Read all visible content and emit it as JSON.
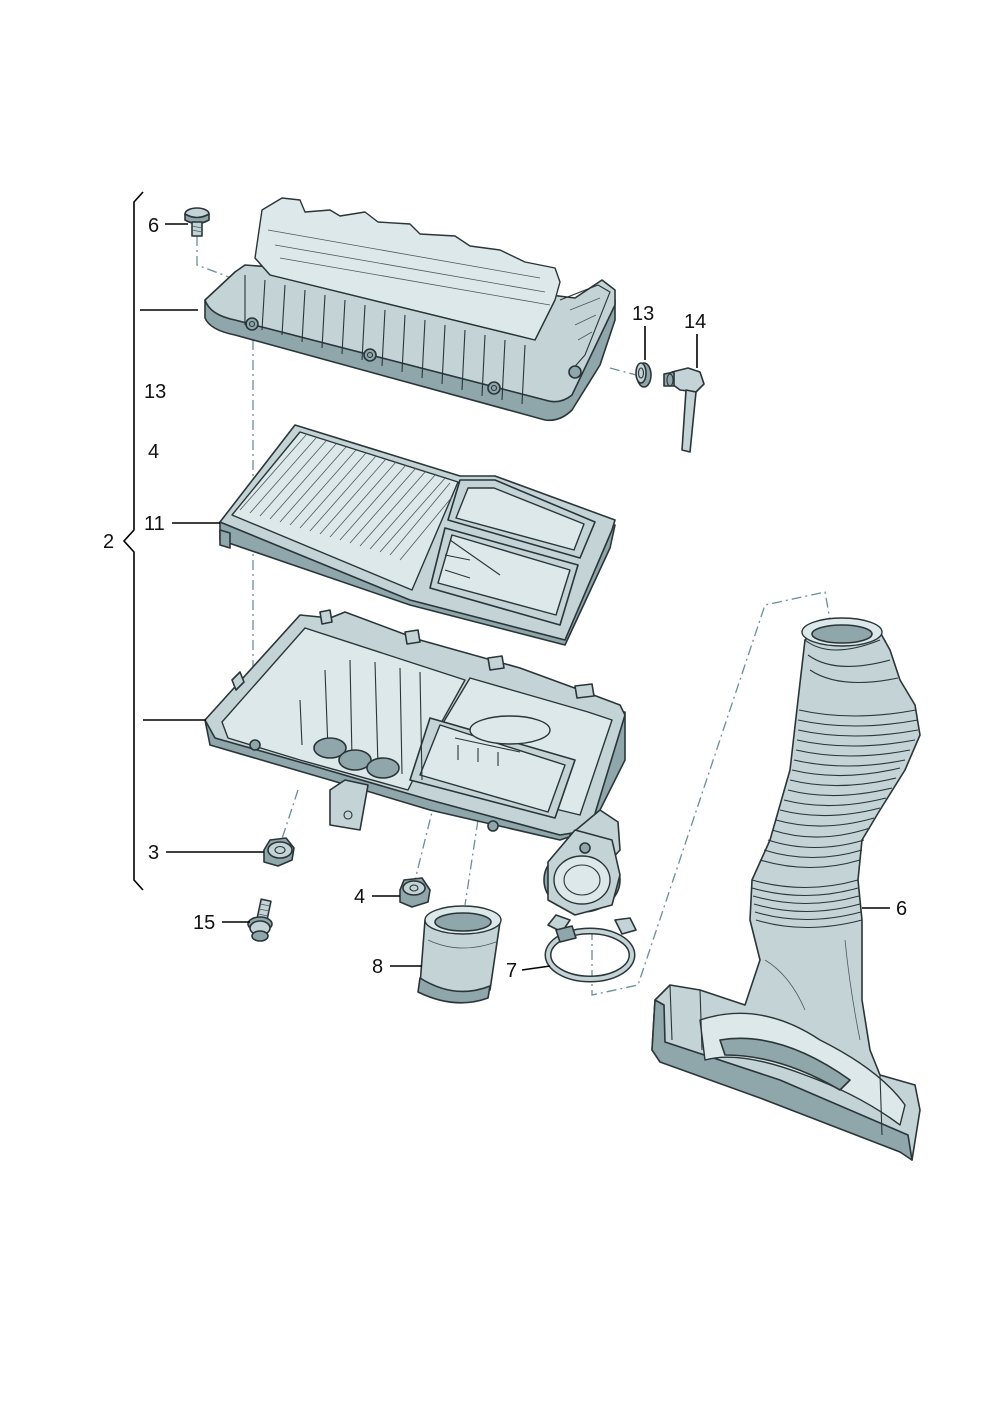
{
  "callouts": {
    "c6_screw": "6",
    "c13_left": "13",
    "c4_left": "4",
    "c11": "11",
    "c2": "2",
    "c13_right": "13",
    "c14": "14",
    "c3": "3",
    "c15": "15",
    "c4_bottom": "4",
    "c8": "8",
    "c7": "7",
    "c6_hose": "6"
  },
  "colors": {
    "part_fill": "#c3d3d6",
    "part_dark": "#8fa6ab",
    "outline": "#2a3538",
    "dash_line": "#6b8f98"
  }
}
